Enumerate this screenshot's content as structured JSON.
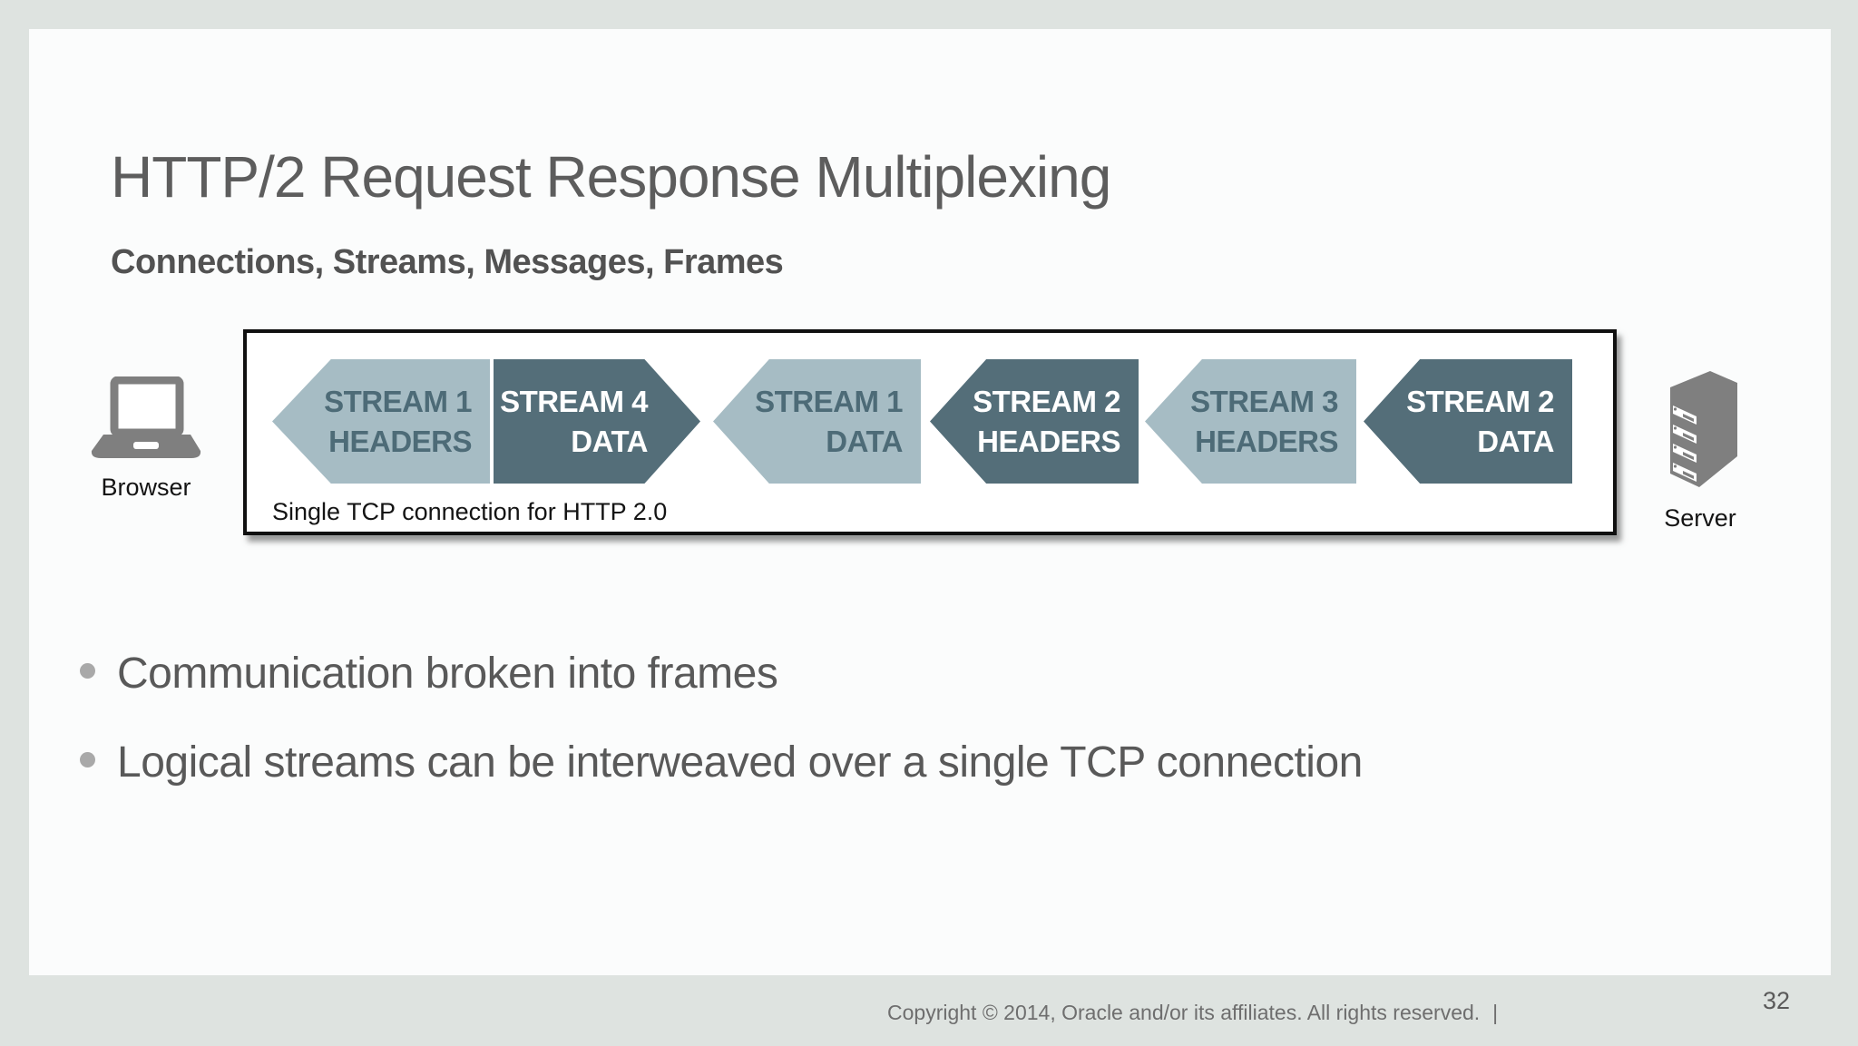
{
  "slide": {
    "title": "HTTP/2 Request Response Multiplexing",
    "subtitle": "Connections, Streams, Messages, Frames",
    "bullets": [
      "Communication broken into frames",
      "Logical streams can be interweaved over a single TCP connection"
    ],
    "footer_text": "Copyright © 2014, Oracle and/or its affiliates. All rights reserved.",
    "footer_separator": "|",
    "page_number": "32"
  },
  "diagram": {
    "browser_label": "Browser",
    "server_label": "Server",
    "connection_label": "Single TCP connection for HTTP 2.0",
    "segments": [
      {
        "line1": "STREAM 1",
        "line2": "HEADERS",
        "variant": "light",
        "shape": "left"
      },
      {
        "line1": "STREAM 4",
        "line2": "DATA",
        "variant": "dark",
        "shape": "right"
      },
      {
        "line1": "STREAM 1",
        "line2": "DATA",
        "variant": "light",
        "shape": "left"
      },
      {
        "line1": "STREAM 2",
        "line2": "HEADERS",
        "variant": "dark",
        "shape": "left"
      },
      {
        "line1": "STREAM 3",
        "line2": "HEADERS",
        "variant": "light",
        "shape": "left"
      },
      {
        "line1": "STREAM 2",
        "line2": "DATA",
        "variant": "dark",
        "shape": "left"
      }
    ],
    "icons": [
      "laptop-icon",
      "server-icon"
    ]
  },
  "colors": {
    "background": "#dee3e0",
    "slide": "#fbfcfc",
    "title_text": "#5d5d5d",
    "subtitle_text": "#525252",
    "body_text": "#595959",
    "diagram_text": "#141414",
    "footer_text": "#6e6e6e",
    "chevron_light": "#a6bcc4",
    "chevron_dark": "#546e79",
    "chevron_light_text": "#4d6b77",
    "icon_gray": "#7f7f7f"
  }
}
